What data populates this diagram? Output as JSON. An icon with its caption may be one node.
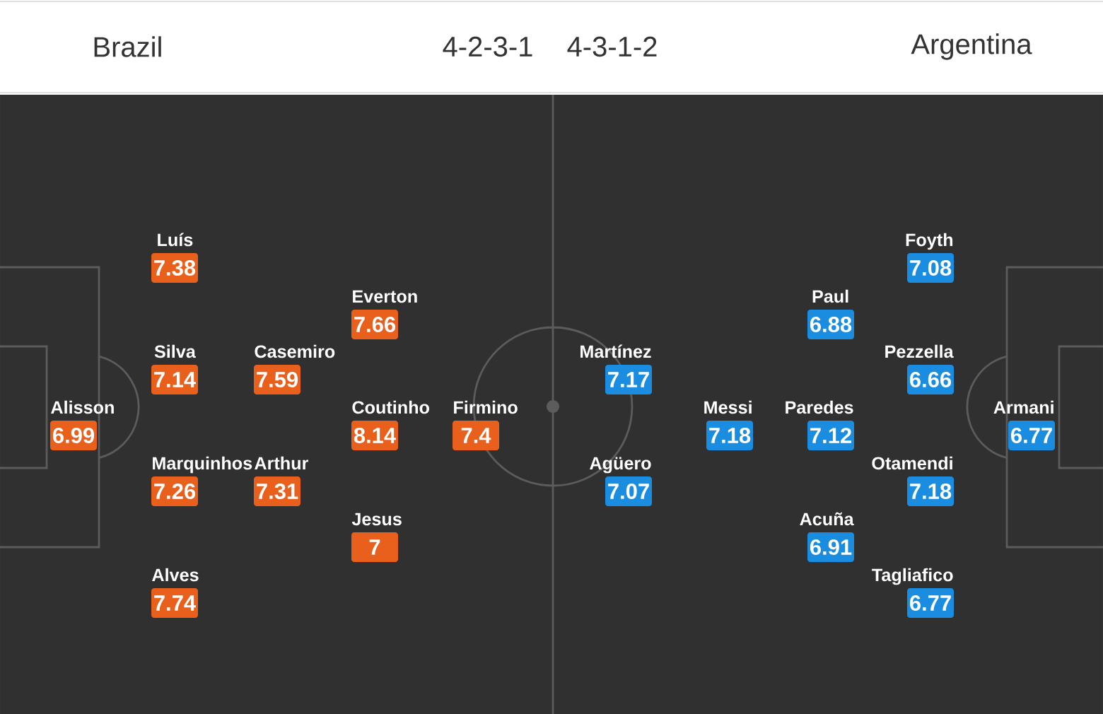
{
  "diagram": {
    "nodes": [
      {
        "text": [
          "Alisson",
          "6.99"
        ]
      },
      {
        "text": [
          "Luís",
          "7.38"
        ]
      },
      {
        "text": [
          "Silva",
          "7.14"
        ]
      },
      {
        "text": [
          "Marquinhos",
          "7.26"
        ]
      },
      {
        "text": [
          "Alves",
          "7.74"
        ]
      },
      {
        "text": [
          "Casemiro",
          "7.59"
        ]
      },
      {
        "text": [
          "Arthur",
          "7.31"
        ]
      },
      {
        "text": [
          "Everton",
          "7.66"
        ]
      },
      {
        "text": [
          "Coutinho",
          "8.14"
        ]
      },
      {
        "text": [
          "Jesus",
          "7"
        ]
      },
      {
        "text": [
          "Firmino",
          "7.4"
        ]
      },
      {
        "text": [
          "Martínez",
          "7.17"
        ]
      },
      {
        "text": [
          "Agüero",
          "7.07"
        ]
      },
      {
        "text": [
          "Messi",
          "7.18"
        ]
      },
      {
        "text": [
          "Paul",
          "6.88"
        ]
      },
      {
        "text": [
          "Paredes",
          "7.12"
        ]
      },
      {
        "text": [
          "Acuña",
          "6.91"
        ]
      },
      {
        "text": [
          "Foyth",
          "7.08"
        ]
      },
      {
        "text": [
          "Pezzella",
          "6.66"
        ]
      },
      {
        "text": [
          "Otamendi",
          "7.18"
        ]
      },
      {
        "text": [
          "Tagliafico",
          "6.77"
        ]
      },
      {
        "text": [
          "Armani",
          "6.77"
        ]
      }
    ],
    "labels": [
      "Brazil",
      "4-2-3-1",
      "4-3-1-2",
      "Argentina"
    ]
  }
}
